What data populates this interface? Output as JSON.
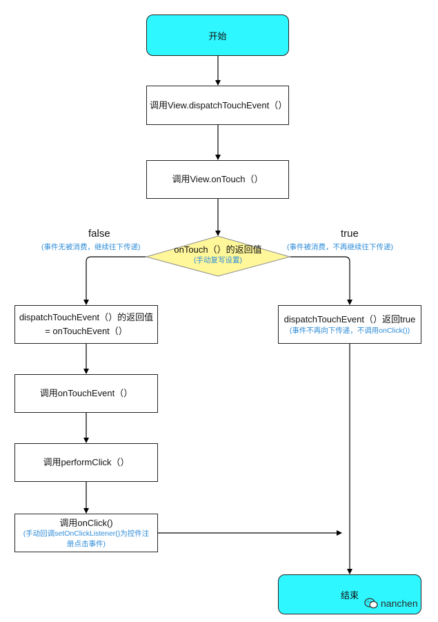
{
  "nodes": {
    "start": "开始",
    "call_dispatch": "调用View.dispatchTouchEvent（）",
    "call_ontouch": "调用View.onTouch（）",
    "decision_title": "onTouch（）的返回值",
    "decision_note": "(手动复写设置)",
    "left_result_line1": "dispatchTouchEvent（）的返回值",
    "left_result_line2": "= onTouchEvent（）",
    "call_ontouchevent": "调用onTouchEvent（）",
    "call_performclick": "调用performClick（）",
    "call_onclick": "调用onClick()",
    "onclick_note": "(手动回调setOnClickListener()为控件注册点击事件)",
    "right_result": "dispatchTouchEvent（）返回true",
    "right_note": "(事件不再向下传递，不调用onClick())",
    "end": "结束"
  },
  "branches": {
    "false_label": "false",
    "false_note": "(事件无被消费，继续往下传递)",
    "true_label": "true",
    "true_note": "(事件被消费，不再继续往下传递)"
  },
  "watermark": {
    "icon": "wechat-icon",
    "text": "nanchen"
  },
  "colors": {
    "terminal_fill": "#2ff7ff",
    "decision_fill": "#fff799",
    "note_text": "#2e8cd8"
  }
}
